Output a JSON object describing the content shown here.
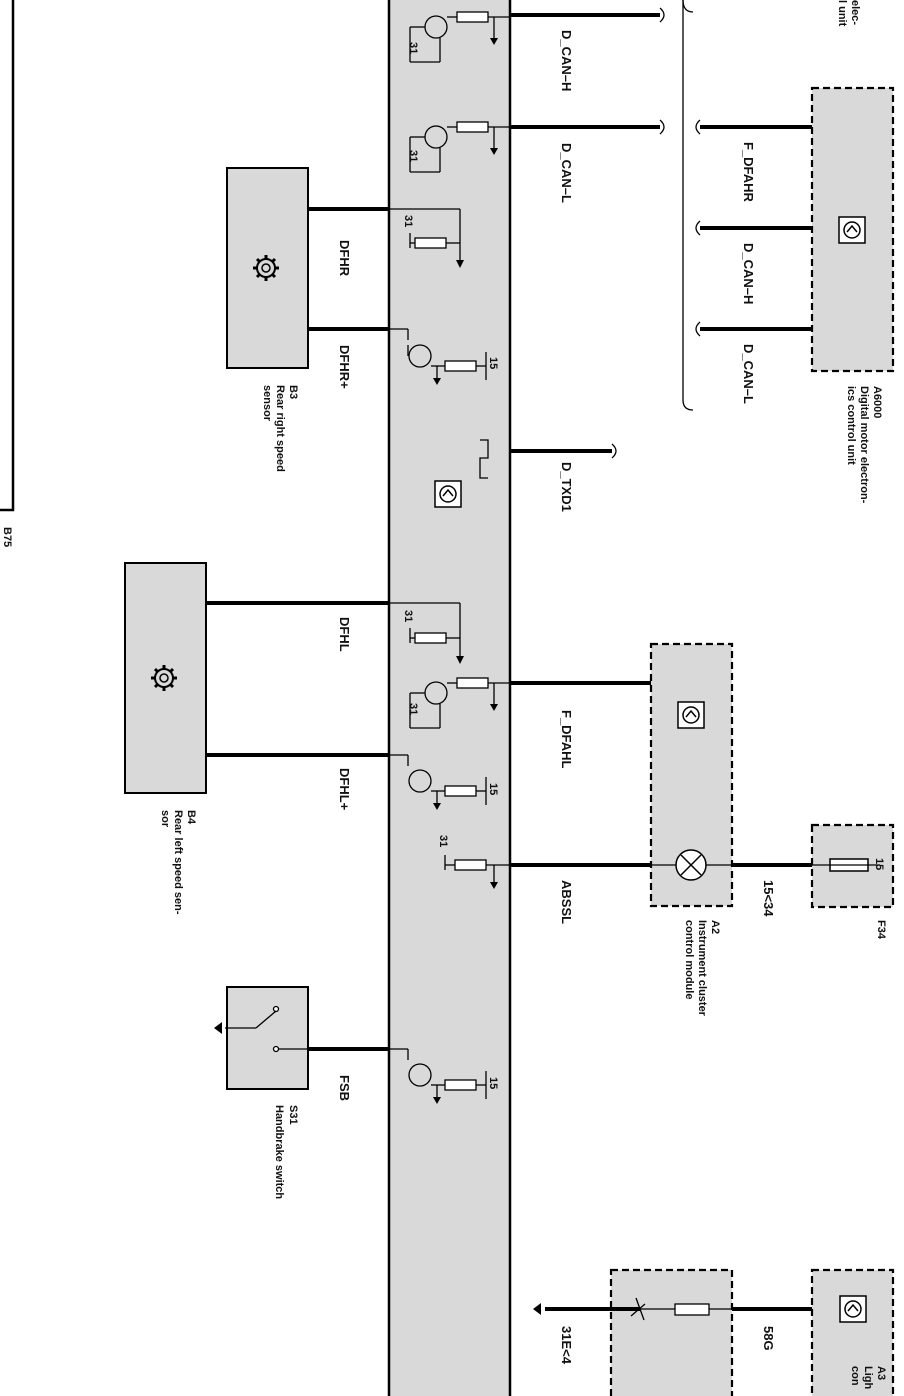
{
  "diagram": {
    "components": {
      "b75": {
        "id": "B75"
      },
      "a6000": {
        "id": "A6000",
        "desc": "Digital motor electron-\nics control unit"
      },
      "top_right": {
        "desc": "elec-\nl unit"
      },
      "b3": {
        "id": "B3",
        "desc": "Rear right speed\nsensor"
      },
      "b4": {
        "id": "B4",
        "desc": "Rear left speed sen-\nsor"
      },
      "s31": {
        "id": "S31",
        "desc": "Handbrake switch"
      },
      "a2": {
        "id": "A2",
        "desc": "Instrument cluster\ncontrol module"
      },
      "f34": {
        "id": "F34"
      },
      "a3": {
        "id": "A3",
        "desc": "Ligh\ncon"
      }
    },
    "wires": {
      "d_can_h_1": "D_CAN–H",
      "d_can_l_1": "D_CAN–L",
      "dfhr": "DFHR",
      "dfhr_plus": "DFHR+",
      "d_txd1": "D_TXD1",
      "dfhl": "DFHL",
      "f_dfahl": "F_DFAHL",
      "dfhl_plus": "DFHL+",
      "abssl": "ABSSL",
      "fsb": "FSB",
      "f_dfahr": "F_DFAHR",
      "d_can_h_2": "D_CAN–H",
      "d_can_l_2": "D_CAN–L",
      "w15_34": "15<34",
      "w58g": "58G",
      "w31e_4": "31E<4"
    },
    "terminals": {
      "t31": "31",
      "t15": "15"
    }
  }
}
